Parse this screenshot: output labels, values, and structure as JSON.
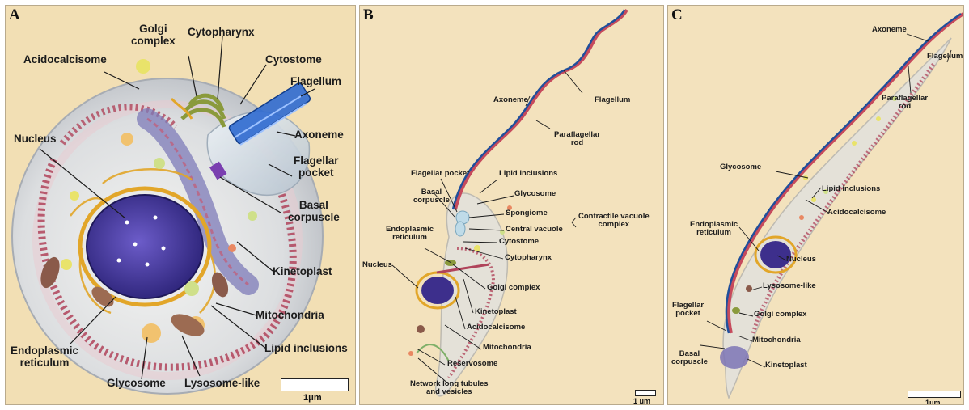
{
  "panels": {
    "a": {
      "letter": "A",
      "labels": {
        "acidocalcisome": "Acidocalcisome",
        "golgi": "Golgi\ncomplex",
        "cytopharynx": "Cytopharynx",
        "cytostome": "Cytostome",
        "flagellum": "Flagellum",
        "nucleus": "Nucleus",
        "axoneme": "Axoneme",
        "flagellar_pocket": "Flagellar\npocket",
        "basal_corpuscle": "Basal\ncorpuscle",
        "kinetoplast": "Kinetoplast",
        "mitochondria": "Mitochondria",
        "lipid_inclusions": "Lipid inclusions",
        "endoplasmic_reticulum": "Endoplasmic\nreticulum",
        "glycosome": "Glycosome",
        "lysosome_like": "Lysosome-like"
      },
      "scale": "1μm"
    },
    "b": {
      "letter": "B",
      "labels": {
        "axoneme": "Axoneme",
        "flagellum": "Flagellum",
        "paraflagellar_rod": "Paraflagellar\nrod",
        "flagellar_pocket": "Flagellar pocket",
        "lipid_inclusions": "Lipid inclusions",
        "basal_corpuscle": "Basal\ncorpuscle",
        "glycosome": "Glycosome",
        "spongiome": "Spongiome",
        "central_vacuole": "Central vacuole",
        "contractile_vacuole_complex": "Contractile vacuole\ncomplex",
        "endoplasmic_reticulum": "Endoplasmic\nreticulum",
        "cytostome": "Cytostome",
        "cytopharynx": "Cytopharynx",
        "nucleus": "Nucleus",
        "golgi_complex": "Golgi complex",
        "kinetoplast": "Kinetoplast",
        "acidocalcisome": "Acidocalcisome",
        "mitochondria": "Mitochondria",
        "reservosome": "Reservosome",
        "network": "Network long tubules\nand vesicles"
      },
      "scale": "1 μm"
    },
    "c": {
      "letter": "C",
      "labels": {
        "axoneme": "Axoneme",
        "flagellum": "Flagellum",
        "paraflagellar_rod": "Paraflagellar\nrod",
        "glycosome": "Glycosome",
        "lipid_inclusions": "Lipid inclusions",
        "acidocalcisome": "Acidocalcisome",
        "endoplasmic_reticulum": "Endoplasmic\nreticulum",
        "nucleus": "Nucleus",
        "lysosome_like": "Lysosome-like",
        "flagellar_pocket": "Flagellar\npocket",
        "golgi_complex": "Golgi complex",
        "mitochondria": "Mitochondria",
        "basal_corpuscle": "Basal\ncorpuscle",
        "kinetoplast": "Kinetoplast"
      },
      "scale": "1μm"
    }
  },
  "colors": {
    "background": "#f2dfb4",
    "membrane": "#cfd4da",
    "nucleus": "#3d2f8c",
    "golgi": "#8a9a3c",
    "mitochondria": "#b0435a",
    "er": "#e2a629",
    "flagellum_blue": "#1f4f9c",
    "flagellum_red": "#c64a5c"
  }
}
